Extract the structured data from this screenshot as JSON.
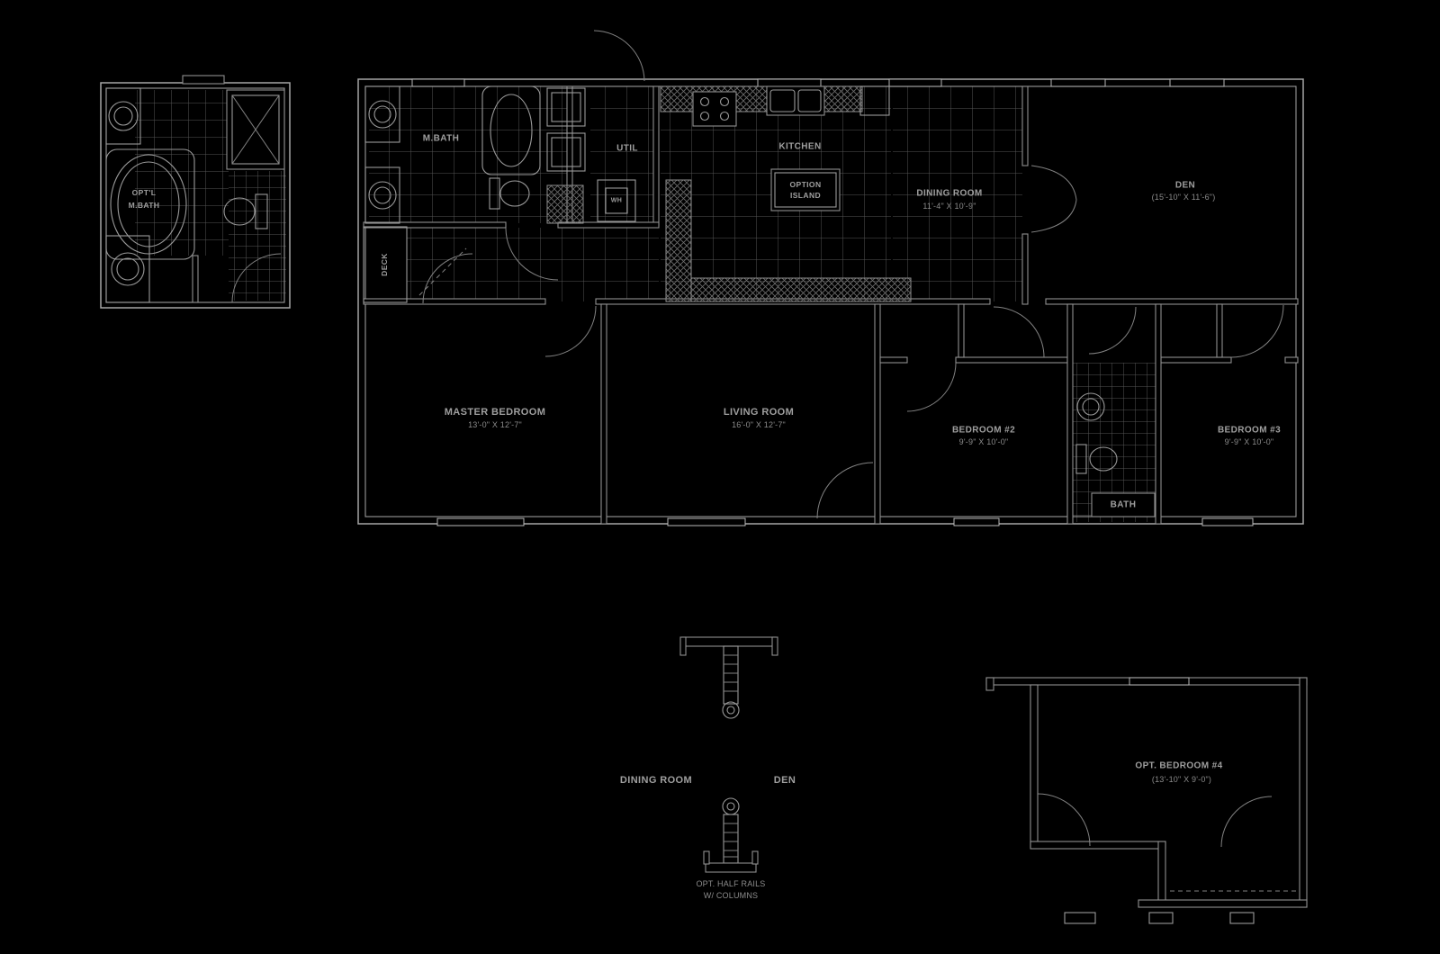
{
  "colors": {
    "background": "#000000",
    "wall_line": "#9a9a9a",
    "tile_line": "#555555",
    "text": "#9f9f9f"
  },
  "detail_plan": {
    "title_line1": "OPT'L",
    "title_line2": "M.BATH"
  },
  "main_plan": {
    "deck_label": "DECK",
    "master_bath_label": "M.BATH",
    "util_label": "UTIL",
    "water_heater_label": "WH",
    "kitchen_label": "KITCHEN",
    "island_line1": "OPTION",
    "island_line2": "ISLAND",
    "bath_label": "BATH",
    "dining": {
      "name": "DINING ROOM",
      "dims": "11'-4\" X 10'-9\""
    },
    "den": {
      "name": "DEN",
      "dims": "(15'-10\" X 11'-6\")"
    },
    "master_bedroom": {
      "name": "MASTER BEDROOM",
      "dims": "13'-0\" X 12'-7\""
    },
    "living_room": {
      "name": "LIVING ROOM",
      "dims": "16'-0\" X 12'-7\""
    },
    "bedroom2": {
      "name": "BEDROOM #2",
      "dims": "9'-9\" X 10'-0\""
    },
    "bedroom3": {
      "name": "BEDROOM #3",
      "dims": "9'-9\" X 10'-0\""
    }
  },
  "options": {
    "rails": {
      "dining_label": "DINING ROOM",
      "den_label": "DEN",
      "note_line1": "OPT. HALF RAILS",
      "note_line2": "W/ COLUMNS"
    },
    "bedroom4": {
      "name": "OPT. BEDROOM #4",
      "dims": "(13'-10\" X 9'-0\")"
    }
  }
}
